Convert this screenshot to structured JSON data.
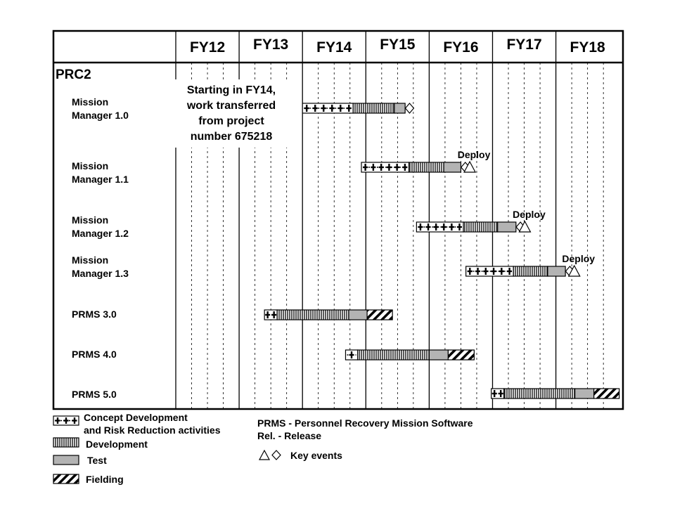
{
  "chart_data": {
    "type": "gantt",
    "title": "",
    "group_label": "PRC2",
    "fiscal_years": [
      "FY12",
      "FY13",
      "FY14",
      "FY15",
      "FY16",
      "FY17",
      "FY18"
    ],
    "x_unit": "fiscal year",
    "x_range": [
      2012.0,
      2019.0
    ],
    "annotation": [
      "Starting in FY14,",
      "work transferred",
      "from project",
      "number 675218"
    ],
    "deploy_label": "Deploy",
    "rows": [
      {
        "label": [
          "Mission",
          "Manager 1.0"
        ],
        "phases": [
          {
            "type": "concept",
            "start": 2014.0,
            "end": 2014.8
          },
          {
            "type": "development",
            "start": 2014.8,
            "end": 2015.45
          },
          {
            "type": "test",
            "start": 2015.45,
            "end": 2015.62
          }
        ],
        "milestones": [
          {
            "shape": "diamond",
            "at": 2015.69
          }
        ],
        "deploy": false
      },
      {
        "label": [
          "Mission",
          "Manager 1.1"
        ],
        "phases": [
          {
            "type": "concept",
            "start": 2014.93,
            "end": 2015.68
          },
          {
            "type": "development",
            "start": 2015.68,
            "end": 2016.23
          },
          {
            "type": "test",
            "start": 2016.23,
            "end": 2016.5
          }
        ],
        "milestones": [
          {
            "shape": "diamond",
            "at": 2016.57
          },
          {
            "shape": "triangle",
            "at": 2016.64
          }
        ],
        "deploy": true
      },
      {
        "label": [
          "Mission",
          "Manager 1.2"
        ],
        "phases": [
          {
            "type": "concept",
            "start": 2015.8,
            "end": 2016.54
          },
          {
            "type": "development",
            "start": 2016.54,
            "end": 2017.08
          },
          {
            "type": "test",
            "start": 2017.08,
            "end": 2017.37
          }
        ],
        "milestones": [
          {
            "shape": "diamond",
            "at": 2017.44
          },
          {
            "shape": "triangle",
            "at": 2017.51
          }
        ],
        "deploy": true
      },
      {
        "label": [
          "Mission",
          "Manager 1.3"
        ],
        "phases": [
          {
            "type": "concept",
            "start": 2016.58,
            "end": 2017.33
          },
          {
            "type": "development",
            "start": 2017.33,
            "end": 2017.87
          },
          {
            "type": "test",
            "start": 2017.87,
            "end": 2018.15
          }
        ],
        "milestones": [
          {
            "shape": "diamond",
            "at": 2018.22
          },
          {
            "shape": "triangle",
            "at": 2018.29
          }
        ],
        "deploy": true
      },
      {
        "label": [
          "PRMS 3.0"
        ],
        "phases": [
          {
            "type": "concept",
            "start": 2013.4,
            "end": 2013.6
          },
          {
            "type": "development",
            "start": 2013.6,
            "end": 2014.73
          },
          {
            "type": "test",
            "start": 2014.73,
            "end": 2015.02
          },
          {
            "type": "fielding",
            "start": 2015.02,
            "end": 2015.42
          }
        ],
        "milestones": [],
        "deploy": false
      },
      {
        "label": [
          "PRMS 4.0"
        ],
        "phases": [
          {
            "type": "concept",
            "start": 2014.68,
            "end": 2014.87
          },
          {
            "type": "development",
            "start": 2014.87,
            "end": 2016.0
          },
          {
            "type": "test",
            "start": 2016.0,
            "end": 2016.3
          },
          {
            "type": "fielding",
            "start": 2016.3,
            "end": 2016.71
          }
        ],
        "milestones": [],
        "deploy": false
      },
      {
        "label": [
          "PRMS 5.0"
        ],
        "phases": [
          {
            "type": "concept",
            "start": 2016.98,
            "end": 2017.18
          },
          {
            "type": "development",
            "start": 2017.18,
            "end": 2018.3
          },
          {
            "type": "test",
            "start": 2018.3,
            "end": 2018.6
          },
          {
            "type": "fielding",
            "start": 2018.6,
            "end": 2019.0
          }
        ],
        "milestones": [],
        "deploy": false
      }
    ],
    "legend": {
      "concept": [
        "Concept Development",
        "and Risk Reduction activities"
      ],
      "development": "Development",
      "test": "Test",
      "fielding": "Fielding",
      "key_events": "Key events",
      "notes": [
        "PRMS - Personnel Recovery Mission  Software",
        "Rel. - Release"
      ]
    },
    "colors": {
      "test": "#b3b3b3",
      "frame": "#000000",
      "grid": "#000000",
      "background": "#ffffff"
    }
  }
}
